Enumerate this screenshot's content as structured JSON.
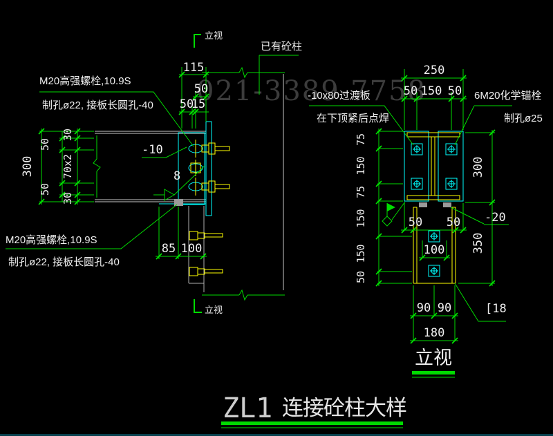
{
  "drawing_title": {
    "code": "ZL1",
    "name": "连接砼柱大样"
  },
  "watermark": "021-3389-7758",
  "colors": {
    "background": "#000000",
    "dimension_green": "#00dc00",
    "plate_cyan": "#00ffff",
    "bolt_yellow": "#ffff00",
    "structure_gray": "#c8c8c8",
    "text_white": "#efefef",
    "watermark_gray": "#3c3c3c"
  },
  "left_view": {
    "section_mark_top": "立视",
    "section_mark_bottom": "立视",
    "existing_column_label": "已有砼柱",
    "note_top": {
      "line1": "M20高强螺栓,10.9S",
      "line2": "制孔ø22, 接板长圆孔-40"
    },
    "note_bottom": {
      "line1": "M20高强螺栓,10.9S",
      "line2": "制孔ø22, 接板长圆孔-40"
    },
    "plate_thickness_label": "-10",
    "weld_size_label": "8",
    "dim_top_total": "115",
    "dim_top_right": "50",
    "dim_top_left": "50",
    "dim_top_mid": "15",
    "dim_height_total": "300",
    "dim_height_chain": [
      "30",
      "50",
      "70x2",
      "50",
      "30"
    ],
    "dim_bottom_left": "85",
    "dim_bottom_right": "100"
  },
  "right_view": {
    "note_plate": {
      "line1": "-10x80过渡板",
      "line2": "在下顶紧后点焊"
    },
    "note_anchor": {
      "line1": "6M20化学锚栓",
      "line2": "制孔ø25"
    },
    "dim_width_total": "250",
    "dim_width_chain": [
      "50",
      "150",
      "50"
    ],
    "dim_left_chain": [
      "75",
      "150",
      "75",
      "150",
      "150",
      "50"
    ],
    "dim_plate_height": "300",
    "dim_lower_height": "350",
    "shim_thickness_label": "-20",
    "channel_label": "[18",
    "dim_gap_left": "50",
    "dim_gap_right": "50",
    "dim_anchor_gauge": "100",
    "dim_bottom_chain": [
      "90",
      "90"
    ],
    "dim_bottom_total": "180",
    "view_title": "立视"
  }
}
